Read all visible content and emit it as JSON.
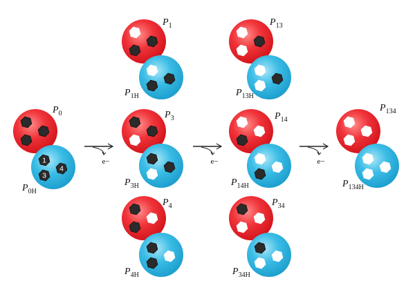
{
  "colors": {
    "red_sphere": "#e8232a",
    "blue_sphere": "#2fb4e0",
    "dark_hexagon": "#2b2b2b",
    "light_hexagon": "#ffffff",
    "arrow": "#222222"
  },
  "site_numbers": [
    "1",
    "3",
    "4"
  ],
  "arrow_label": "e−",
  "states": [
    {
      "id": "P0",
      "label": "P",
      "label_sub": "0",
      "label_h": "P",
      "label_h_sub": "0H",
      "red_sites": [
        "dark",
        "dark",
        "dark"
      ],
      "blue_sites": [
        "dark",
        "dark",
        "dark"
      ],
      "numbered": true
    },
    {
      "id": "P1",
      "label": "P",
      "label_sub": "1",
      "label_h": "P",
      "label_h_sub": "1H",
      "red_sites": [
        "light",
        "dark",
        "dark"
      ],
      "blue_sites": [
        "light",
        "dark",
        "dark"
      ]
    },
    {
      "id": "P3",
      "label": "P",
      "label_sub": "3",
      "label_h": "P",
      "label_h_sub": "3H",
      "red_sites": [
        "dark",
        "light",
        "dark"
      ],
      "blue_sites": [
        "dark",
        "light",
        "dark"
      ]
    },
    {
      "id": "P4",
      "label": "P",
      "label_sub": "4",
      "label_h": "P",
      "label_h_sub": "4H",
      "red_sites": [
        "dark",
        "dark",
        "light"
      ],
      "blue_sites": [
        "dark",
        "dark",
        "light"
      ]
    },
    {
      "id": "P13",
      "label": "P",
      "label_sub": "13",
      "label_h": "P",
      "label_h_sub": "13H",
      "red_sites": [
        "light",
        "light",
        "dark"
      ],
      "blue_sites": [
        "light",
        "light",
        "dark"
      ]
    },
    {
      "id": "P14",
      "label": "P",
      "label_sub": "14",
      "label_h": "P",
      "label_h_sub": "14H",
      "red_sites": [
        "light",
        "dark",
        "light"
      ],
      "blue_sites": [
        "light",
        "dark",
        "light"
      ]
    },
    {
      "id": "P34",
      "label": "P",
      "label_sub": "34",
      "label_h": "P",
      "label_h_sub": "34H",
      "red_sites": [
        "dark",
        "light",
        "light"
      ],
      "blue_sites": [
        "dark",
        "light",
        "light"
      ]
    },
    {
      "id": "P134",
      "label": "P",
      "label_sub": "134",
      "label_h": "P",
      "label_h_sub": "134H",
      "red_sites": [
        "light",
        "light",
        "light"
      ],
      "blue_sites": [
        "light",
        "light",
        "light"
      ]
    }
  ],
  "arrows": [
    {
      "from": "P0",
      "to": "column-1"
    },
    {
      "from": "column-1",
      "to": "column-2"
    },
    {
      "from": "column-2",
      "to": "P134"
    }
  ]
}
